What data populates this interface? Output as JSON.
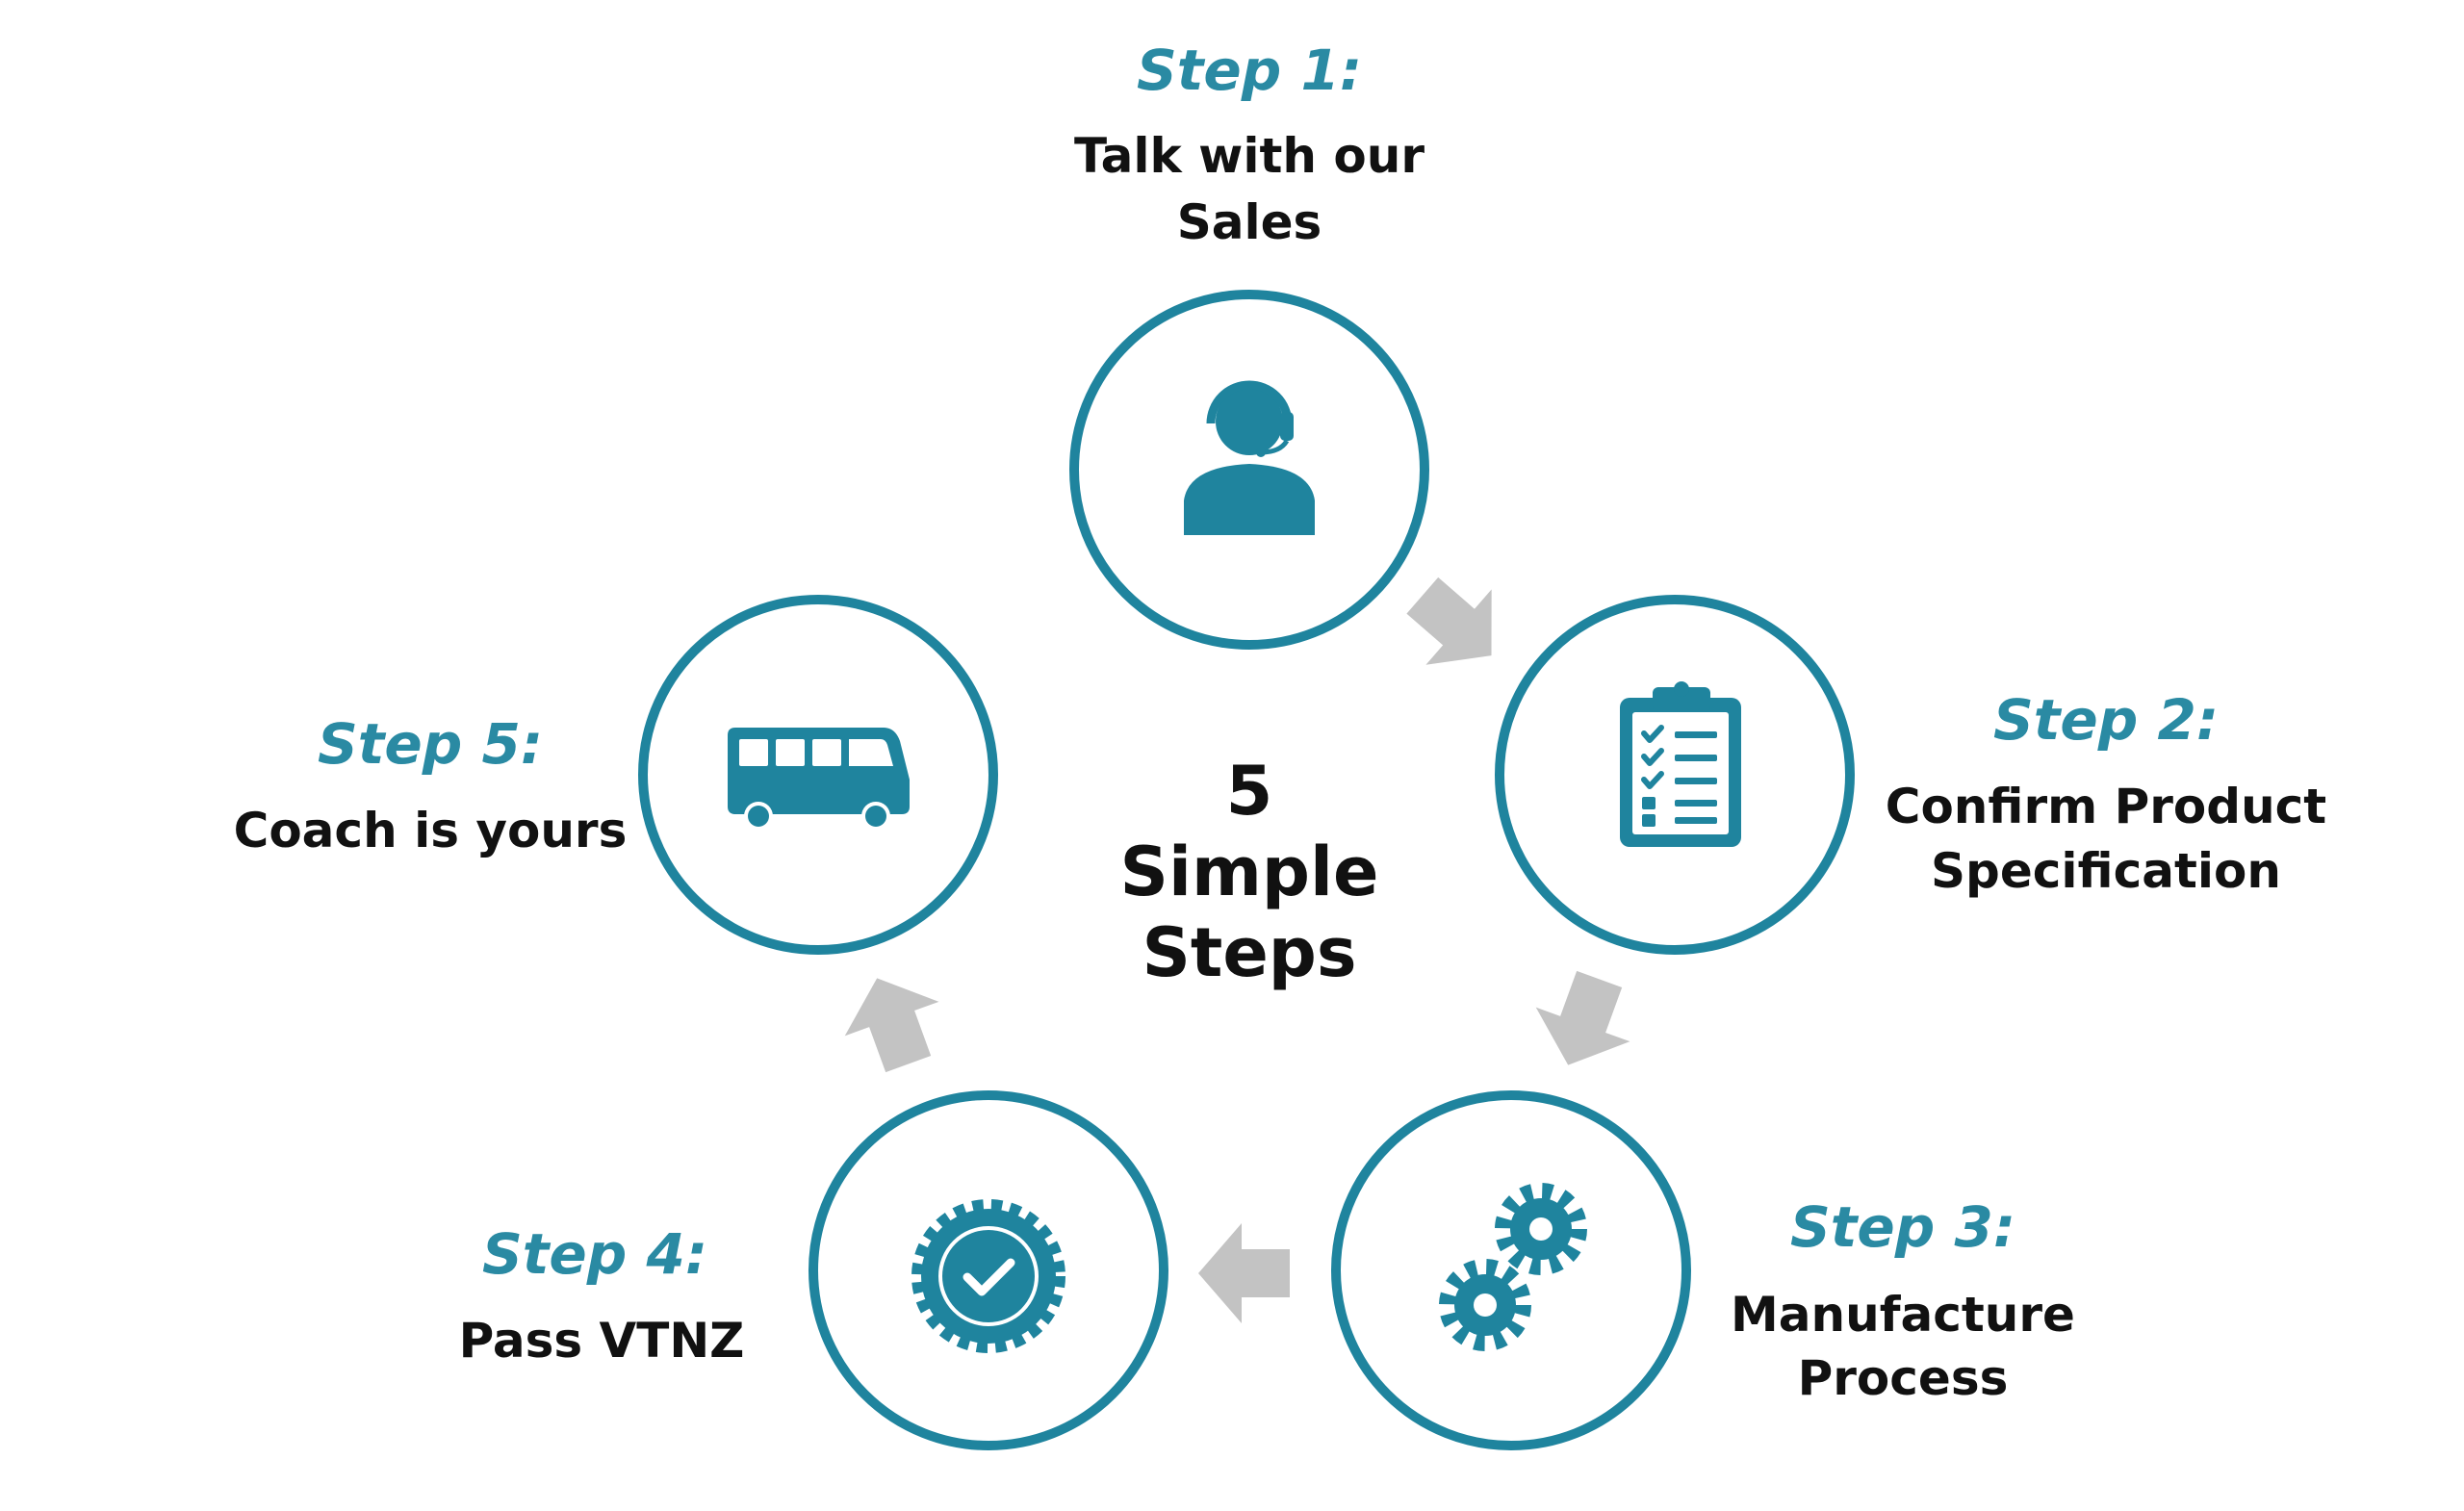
{
  "colors": {
    "accent": "#1f849e",
    "title": "#2a8aa3",
    "text": "#111111",
    "arrow": "#c3c3c3",
    "background": "#ffffff"
  },
  "center": {
    "line1": "5",
    "line2": "Simple",
    "line3": "Steps"
  },
  "steps": [
    {
      "title": "Step 1:",
      "lines": [
        "Talk with our",
        "Sales"
      ],
      "icon": "customer-support-headset-icon"
    },
    {
      "title": "Step 2:",
      "lines": [
        "Confirm Product",
        "Specification"
      ],
      "icon": "clipboard-checklist-icon"
    },
    {
      "title": "Step 3:",
      "lines": [
        "Manufacture",
        "Process"
      ],
      "icon": "gears-icon"
    },
    {
      "title": "Step 4:",
      "lines": [
        "Pass VTNZ"
      ],
      "icon": "certified-badge-icon"
    },
    {
      "title": "Step 5:",
      "lines": [
        "Coach is yours"
      ],
      "icon": "bus-icon"
    }
  ]
}
